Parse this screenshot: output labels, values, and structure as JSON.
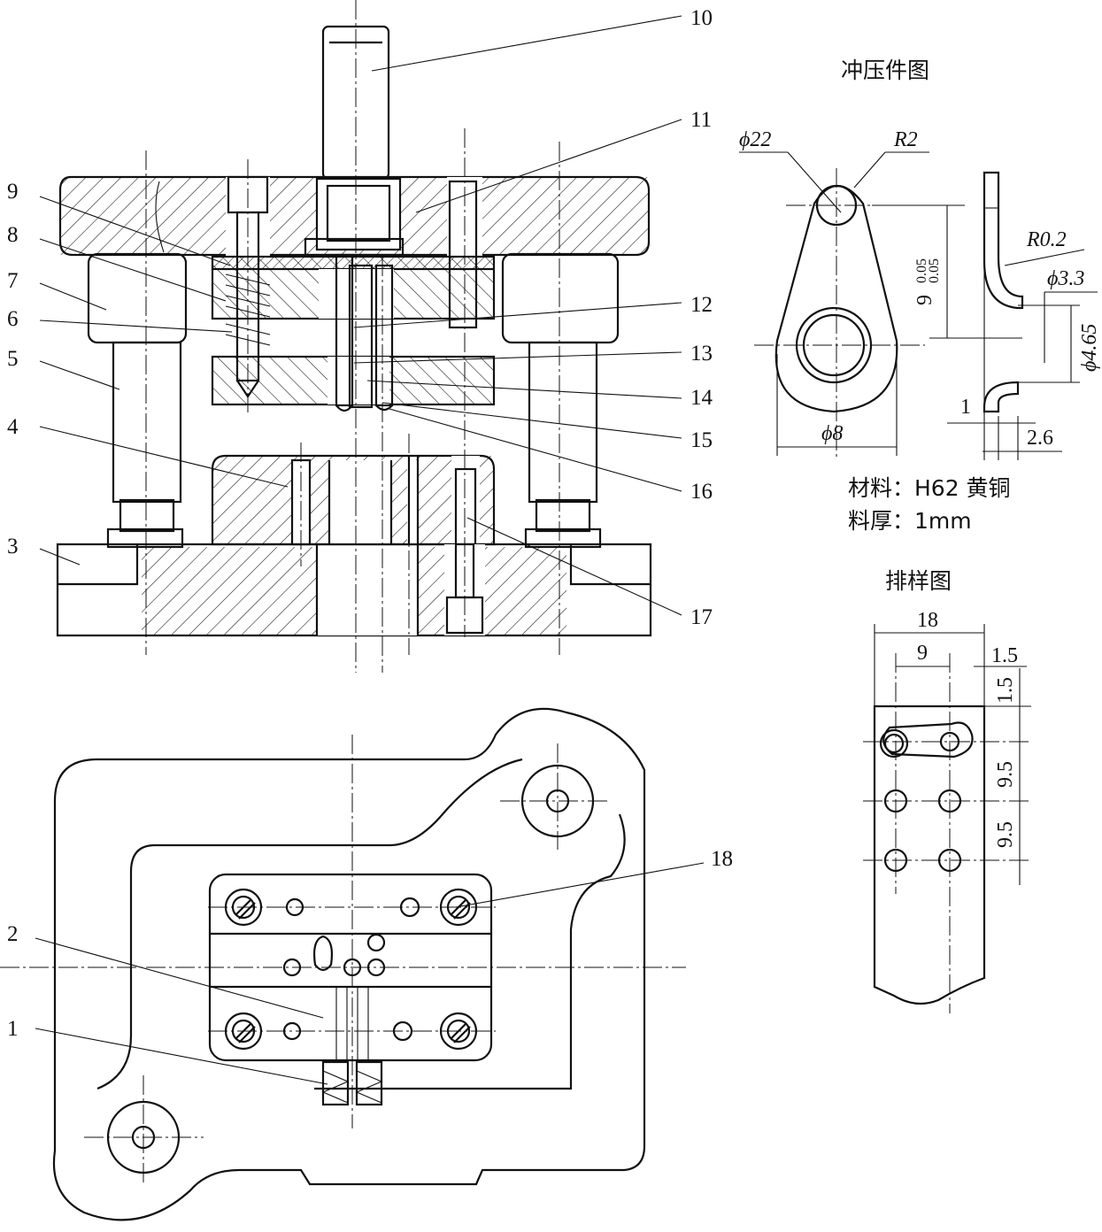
{
  "part_numbers": [
    "1",
    "2",
    "3",
    "4",
    "5",
    "6",
    "7",
    "8",
    "9",
    "10",
    "11",
    "12",
    "13",
    "14",
    "15",
    "16",
    "17",
    "18"
  ],
  "stamping_part": {
    "title": "冲压件图",
    "dims": {
      "dia22": "ϕ22",
      "r2": "R2",
      "r02": "R0.2",
      "dia33": "ϕ3.3",
      "dia465": "ϕ4.65",
      "nine": "9",
      "tol_upper": "0.05",
      "tol_lower": "0.05",
      "dia8": "ϕ8",
      "one": "1",
      "two_six": "2.6"
    },
    "material": "材料：H62 黄铜",
    "thickness": "料厚：1mm"
  },
  "layout_drawing": {
    "title": "排样图",
    "dims": {
      "width18": "18",
      "pitch9": "9",
      "margin_right": "1.5",
      "margin_top": "1.5",
      "step1": "9.5",
      "step2": "9.5"
    }
  }
}
